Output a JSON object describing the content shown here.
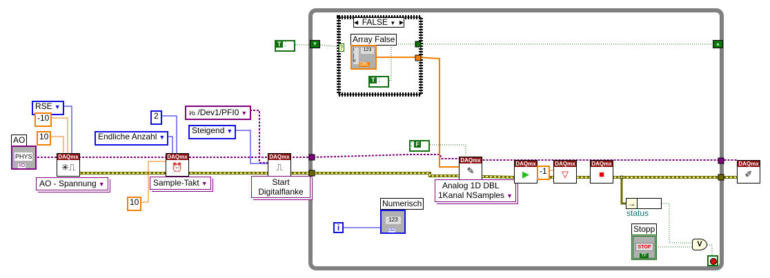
{
  "ao_label": "AO",
  "ao_control": "PHYS",
  "ao_io": "I/O",
  "rse": "RSE",
  "min": "-10",
  "max": "10",
  "create_channel": {
    "header": "DAQmx",
    "type": "AO - Spannung"
  },
  "sample_mode": "Endliche Anzahl",
  "rate": "2",
  "samples": "10",
  "timing": {
    "header": "DAQmx",
    "type": "Sample-Takt"
  },
  "trigger_source": "/Dev1/PFI0",
  "edge": "Steigend",
  "trigger": {
    "header": "DAQmx",
    "type_line1": "Start",
    "type_line2": "Digitalflanke"
  },
  "bool_true": "T",
  "bool_false": "F",
  "case": {
    "selector": "FALSE",
    "array_label": "Array False",
    "array_type": "123",
    "array_dtype": "DBL",
    "array_index": [
      "i",
      "j",
      "k"
    ]
  },
  "write": {
    "header": "DAQmx",
    "type_line1": "Analog 1D DBL",
    "type_line2": "1Kanal NSamples"
  },
  "numeric": {
    "label": "Numerisch",
    "value": "123",
    "dtype": "I32"
  },
  "iteration": "i",
  "start_task": "DAQmx",
  "timeout": "-1",
  "wait": "DAQmx",
  "stop_task": "DAQmx",
  "clear_task": "DAQmx",
  "status": "status",
  "stop": {
    "label": "Stopp",
    "button": "STOP",
    "dtype": "TF"
  },
  "or_gate": "V",
  "colors": {
    "error_wire": "#6b6b00",
    "task_wire": "#800080",
    "numeric": "#f08000",
    "bool": "#107010",
    "enum": "#1010e0",
    "daqmx": "#8b1010",
    "loop": "#808080"
  }
}
